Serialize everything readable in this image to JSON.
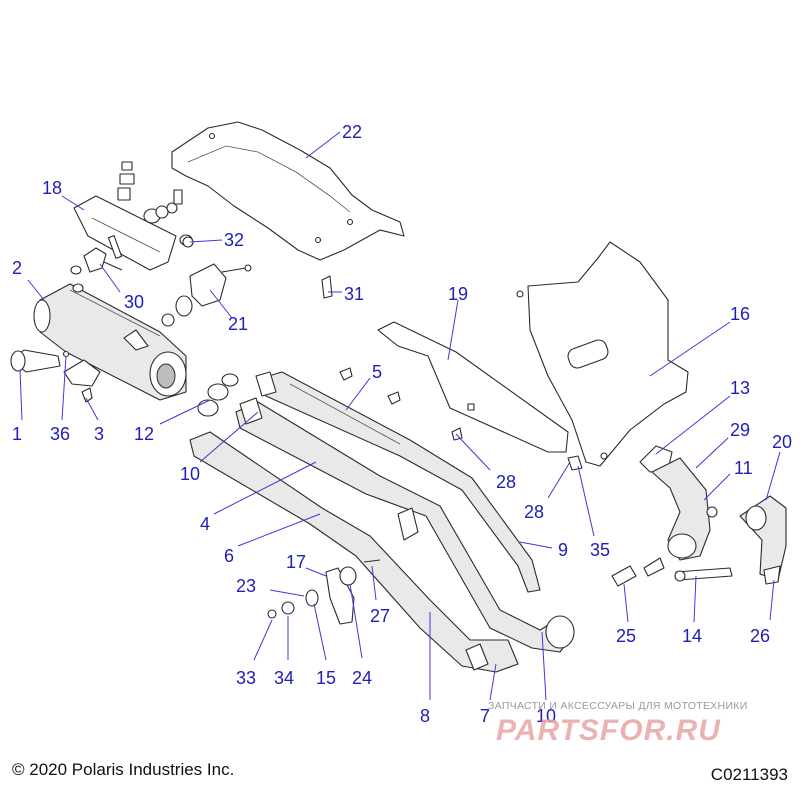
{
  "footer": {
    "copyright": "© 2020 Polaris Industries Inc.",
    "drawing_number": "C0211393"
  },
  "watermark": {
    "tagline": "ЗАПЧАСТИ И АКСЕССУАРЫ ДЛЯ МОТОТЕХНИКИ",
    "logo": "PARTSFOR.RU"
  },
  "callouts": {
    "c1": "1",
    "c2": "2",
    "c3": "3",
    "c4": "4",
    "c5": "5",
    "c6": "6",
    "c7": "7",
    "c8": "8",
    "c9": "9",
    "c10a": "10",
    "c10b": "10",
    "c11": "11",
    "c12": "12",
    "c13": "13",
    "c14": "14",
    "c15": "15",
    "c16": "16",
    "c17": "17",
    "c18": "18",
    "c19": "19",
    "c20": "20",
    "c21": "21",
    "c22": "22",
    "c23": "23",
    "c24": "24",
    "c25": "25",
    "c26": "26",
    "c27": "27",
    "c28a": "28",
    "c28b": "28",
    "c29": "29",
    "c30": "30",
    "c31": "31",
    "c32": "32",
    "c33": "33",
    "c34": "34",
    "c35": "35",
    "c36": "36"
  },
  "colors": {
    "callout": "#2020b8",
    "leader": "#3a3ad8",
    "watermark": "#e8a5a5"
  }
}
